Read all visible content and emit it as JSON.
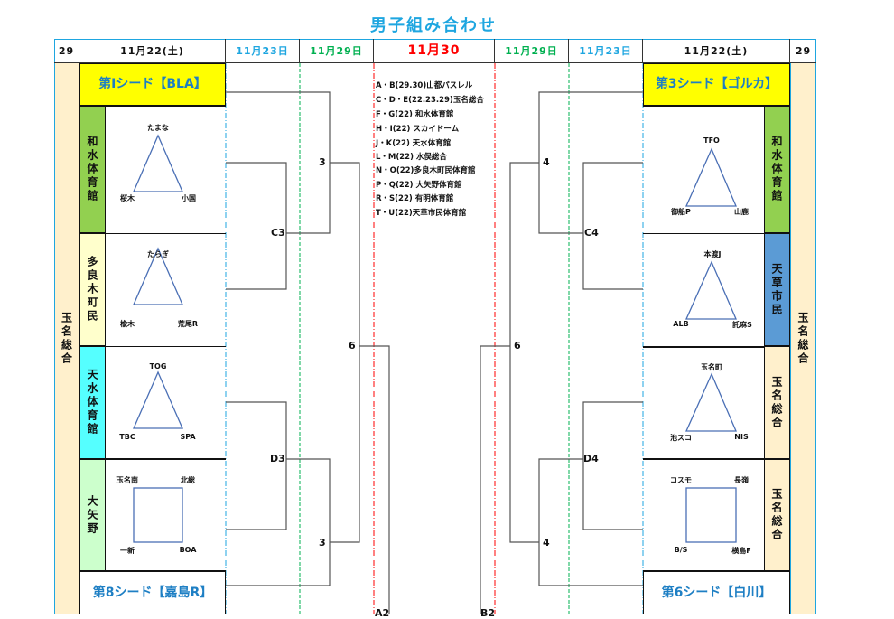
{
  "title": "男子組み合わせ",
  "header": {
    "left_day29": "29日",
    "left_nov22": "11月22(土)",
    "left_nov23": "11月23日",
    "left_nov29": "11月29日",
    "center_nov30": "11月30",
    "right_nov29": "11月29日",
    "right_nov23": "11月23日",
    "right_nov22": "11月22(土)",
    "right_day29": "29日"
  },
  "side_venue_left": "玉名総合",
  "side_venue_right": "玉名総合",
  "seeds": {
    "seed1": "第Ⅰシード【BLA】",
    "seed8": "第8シード【嘉島R】",
    "seed3": "第3シード【ゴルカ】",
    "seed6": "第6シード【白川】"
  },
  "left_groups": [
    {
      "venue": "和水体育館",
      "teams": [
        "たまな",
        "桜木",
        "小国"
      ]
    },
    {
      "venue": "多良木町民",
      "teams": [
        "たらぎ",
        "楡木",
        "荒尾R"
      ]
    },
    {
      "venue": "天水体育館",
      "teams": [
        "TOG",
        "TBC",
        "SPA"
      ]
    },
    {
      "venue": "大矢野",
      "teams": [
        "玉名南",
        "北総",
        "一新",
        "BOA"
      ]
    }
  ],
  "right_groups": [
    {
      "venue": "和水体育館",
      "teams": [
        "TFO",
        "御船P",
        "山鹿"
      ]
    },
    {
      "venue": "天草市民",
      "teams": [
        "本渡J",
        "ALB",
        "託麻S"
      ]
    },
    {
      "venue": "玉名総合",
      "teams": [
        "玉名町",
        "池スコ",
        "NIS"
      ]
    },
    {
      "venue": "玉名総合",
      "teams": [
        "コスモ",
        "長嶺",
        "B/S",
        "横島F"
      ]
    }
  ],
  "bracket_labels": {
    "left_top_3": "3",
    "left_c3": "C3",
    "left_6": "6",
    "left_d3": "D3",
    "left_bottom_3": "3",
    "a2": "A2",
    "right_top_4": "4",
    "right_c4": "C4",
    "right_6": "6",
    "right_d4": "D4",
    "right_bottom_4": "4",
    "b2": "B2"
  },
  "venues_list": [
    "A・B(29.30)山都パスレル",
    "C・D・E(22.23.29)玉名総合",
    "F・G(22)  和水体育館",
    "H・I(22) スカイドーム",
    "J・K(22)  天水体育館",
    "L・M(22)   水俣総合",
    "N・O(22)多良木町民体育館",
    "P・Q(22)  大矢野体育館",
    "R・S(22)   有明体育館",
    "T・U(22)天草市民体育館"
  ],
  "colors": {
    "title": "#1ea6e0",
    "seed_bg": "#ffff00",
    "seed_text": "#1e7fc4",
    "side_bg": "#fff0cc",
    "green": "#92d050",
    "cyan": "#55ffff",
    "lightyellow": "#ffffcc",
    "lightgreen": "#ccffcc",
    "blue": "#5b9bd5"
  }
}
